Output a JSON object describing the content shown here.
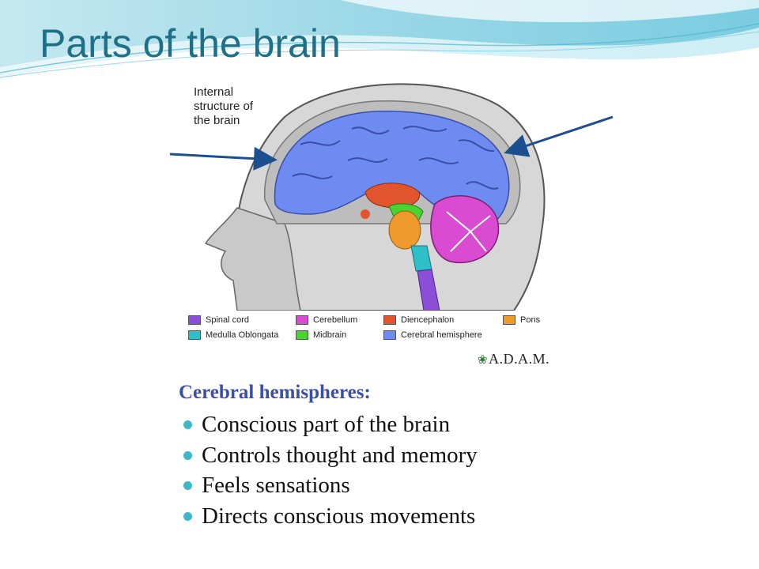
{
  "slide": {
    "title": "Parts of the brain",
    "accent_color": "#1f6f86",
    "bullet_color": "#3cb8c9"
  },
  "figure": {
    "caption": "Internal\nstructure of\nthe brain",
    "logo_text": "A.D.A.M.",
    "legend": [
      {
        "label": "Spinal cord",
        "color": "#8a4fd6"
      },
      {
        "label": "Cerebellum",
        "color": "#d94bd1"
      },
      {
        "label": "Diencephalon",
        "color": "#e2552c"
      },
      {
        "label": "Pons",
        "color": "#ef9a2c"
      },
      {
        "label": "Medulla Oblongata",
        "color": "#2fbfc9"
      },
      {
        "label": "Midbrain",
        "color": "#49d431"
      },
      {
        "label": "Cerebral hemisphere",
        "color": "#6d8bf0"
      }
    ]
  },
  "content": {
    "heading": "Cerebral hemispheres:",
    "bullets": [
      "Conscious part of the brain",
      "Controls thought and memory",
      "Feels sensations",
      "Directs conscious movements"
    ]
  }
}
